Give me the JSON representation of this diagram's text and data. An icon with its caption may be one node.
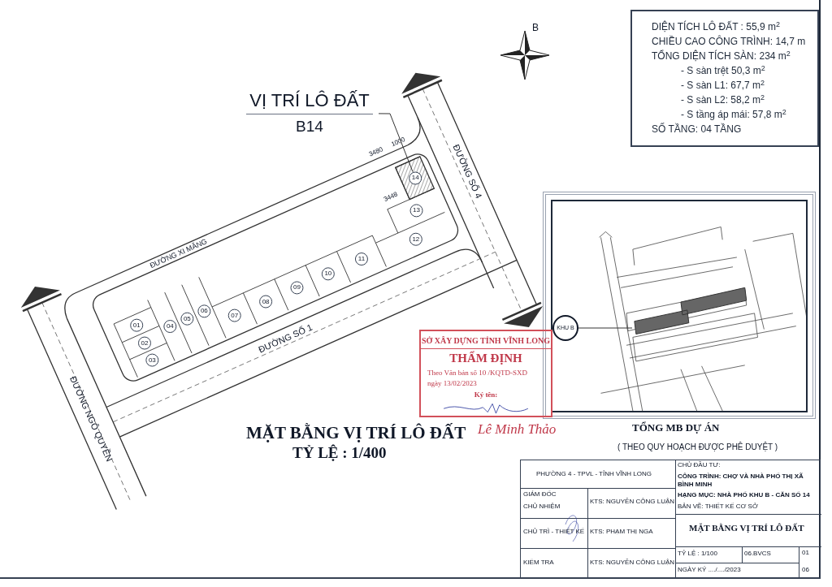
{
  "diagram": {
    "title": "MẶT BẰNG VỊ TRÍ LÔ ĐẤT",
    "nodes": [
      {
        "text": [
          "VỊ TRÍ LÔ ĐẤT",
          "B14"
        ]
      },
      {
        "text": [
          "01"
        ]
      },
      {
        "text": [
          "02"
        ]
      },
      {
        "text": [
          "03"
        ]
      },
      {
        "text": [
          "04"
        ]
      },
      {
        "text": [
          "05"
        ]
      },
      {
        "text": [
          "06"
        ]
      },
      {
        "text": [
          "07"
        ]
      },
      {
        "text": [
          "08"
        ]
      },
      {
        "text": [
          "09"
        ]
      },
      {
        "text": [
          "10"
        ]
      },
      {
        "text": [
          "11"
        ]
      },
      {
        "text": [
          "12"
        ]
      },
      {
        "text": [
          "13"
        ]
      },
      {
        "text": [
          "14"
        ]
      },
      {
        "text": [
          "DIỆN TÍCH LÔ ĐẤT : 55,9 m$^{2}$",
          "CHIỀU CAO CÔNG TRÌNH: 14,7 m",
          "TỔNG DIỆN TÍCH SÀN: 234 m$^{2}$",
          "- S sàn trệt 50,3 m$^{2}$",
          "- S sàn L1: 67,7 m$^{2}$",
          "- S sàn L2: 58,2 m$^{2}$",
          "- S tầng áp mái: 57,8 m$^{2}$",
          "SỐ TẦNG: 04 TẦNG"
        ]
      },
      {
        "text": [
          "SỞ XÂY DỰNG TỈNH VĨNH LONG",
          "THẨM ĐỊNH",
          "Theo Văn bản số 10 /KQTD-SXD",
          "ngày 13/02/2023",
          "Ký tên:"
        ],
        "beside": [
          "Lê Minh Thảo"
        ]
      },
      {
        "text": [
          "KHU B"
        ]
      }
    ],
    "edges": [
      {
        "from": 0,
        "to": 14,
        "arrow": "none"
      },
      {
        "from": 17,
        "to": null,
        "arrow": "none"
      }
    ],
    "labels": [
      "B",
      "ĐƯỜNG XI MĂNG",
      "ĐƯỜNG SỐ 4",
      "ĐƯỜNG SỐ 1",
      "ĐƯỜNG NGÔ QUYỀN",
      "3480",
      "1000",
      "3448",
      "TỶ LỆ : 1/400",
      "TỔNG MB DỰ ÁN",
      "( THEO QUY HOẠCH ĐƯỢC PHÊ DUYỆT )",
      "PHƯỜNG 4 - TPVL - TỈNH VĨNH LONG",
      "GIÁM ĐỐC",
      "KTS: NGUYỄN CÔNG LUẬN",
      "CHỦ NHIỆM",
      "CHỦ TRÌ - THIẾT KẾ",
      "KTS: PHẠM THỊ NGA",
      "KIỂM TRA",
      "KTS: NGUYỄN CÔNG LUẬN",
      "CHỦ ĐẦU TƯ:",
      "CÔNG TRÌNH: CHỢ VÀ NHÀ PHỐ THỊ XÃ BÌNH MINH",
      "HẠNG MỤC: NHÀ PHỐ KHU B - CĂN SỐ 14",
      "BẢN VẼ: THIẾT KẾ CƠ SỞ",
      "MẶT BẰNG VỊ TRÍ LÔ ĐẤT",
      "TỶ LỆ : 1/100",
      "06.BVCS",
      "NGÀY KÝ ..../..../2023",
      "01",
      "06"
    ]
  }
}
